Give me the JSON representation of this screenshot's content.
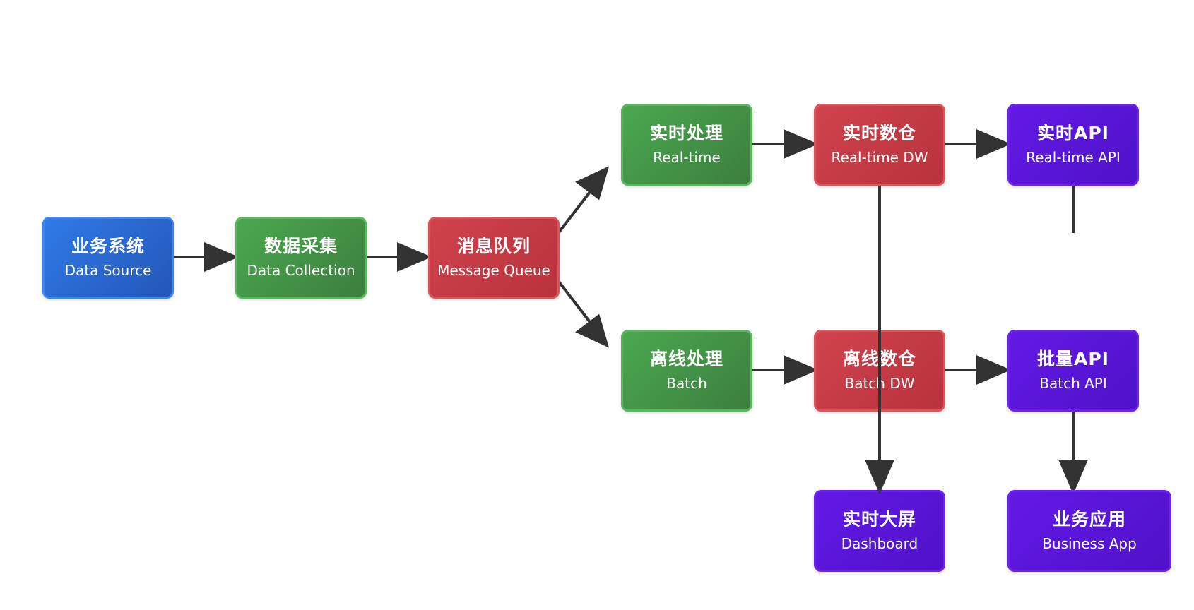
{
  "nodes": {
    "data_source": {
      "zh": "业务系统",
      "en": "Data Source"
    },
    "data_collection": {
      "zh": "数据采集",
      "en": "Data Collection"
    },
    "message_queue": {
      "zh": "消息队列",
      "en": "Message Queue"
    },
    "realtime_proc": {
      "zh": "实时处理",
      "en": "Real-time"
    },
    "batch_proc": {
      "zh": "离线处理",
      "en": "Batch"
    },
    "realtime_dw": {
      "zh": "实时数仓",
      "en": "Real-time DW"
    },
    "batch_dw": {
      "zh": "离线数仓",
      "en": "Batch DW"
    },
    "realtime_api": {
      "zh": "实时API",
      "en": "Real-time API"
    },
    "batch_api": {
      "zh": "批量API",
      "en": "Batch API"
    },
    "dashboard": {
      "zh": "实时大屏",
      "en": "Dashboard"
    },
    "business_app": {
      "zh": "业务应用",
      "en": "Business App"
    }
  },
  "colors": {
    "source": "#2f7be8",
    "processing": "#4ba84f",
    "storage": "#d0434d",
    "service": "#6319e6",
    "edge": "#333333"
  }
}
